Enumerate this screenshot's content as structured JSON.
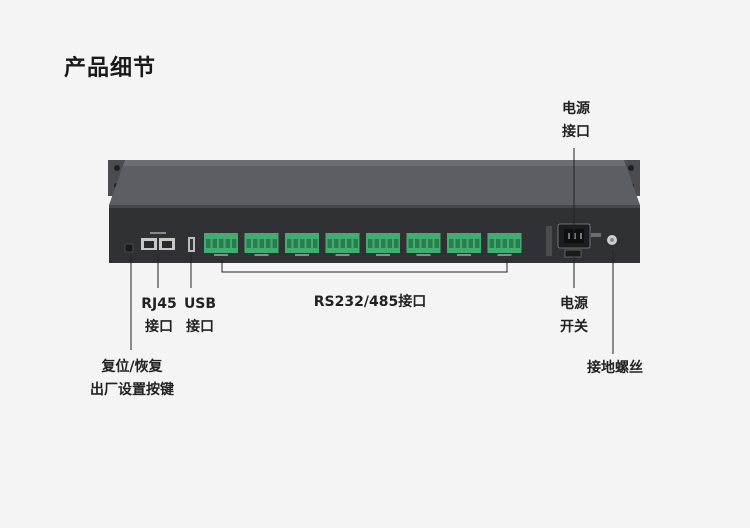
{
  "page": {
    "title": "产品细节"
  },
  "callouts": {
    "power_port": {
      "line1": "电源",
      "line2": "接口"
    },
    "rj45": {
      "line1": "RJ45",
      "line2": "接口"
    },
    "usb": {
      "line1": "USB",
      "line2": "接口"
    },
    "serial": {
      "line1": "RS232/485接口"
    },
    "power_switch": {
      "line1": "电源",
      "line2": "开关"
    },
    "reset": {
      "line1": "复位/恢复",
      "line2": "出厂设置按键"
    },
    "ground": {
      "line1": "接地螺丝"
    }
  },
  "device": {
    "body_color": "#3a3c40",
    "top_color": "#5a5d62",
    "terminal_color": "#3fae6e",
    "port_count": 8
  }
}
